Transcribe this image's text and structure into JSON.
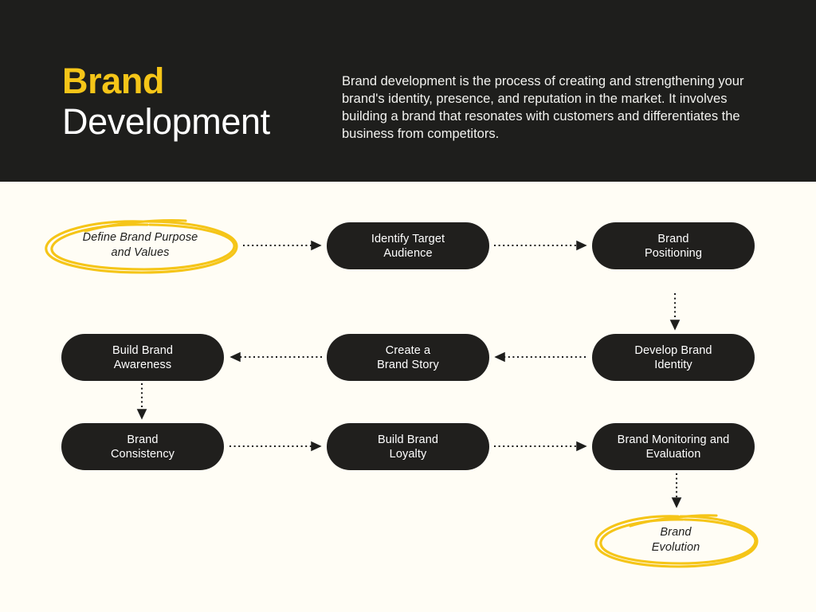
{
  "header": {
    "title_line1": "Brand",
    "title_line2": "Development",
    "intro": "Brand development is the process of creating and strengthening your brand's identity, presence, and reputation in the market. It involves building a brand that resonates with customers and differentiates the business from competitors.",
    "accent_color": "#F5C518",
    "background_color": "#1E1E1C",
    "text_color": "#FFFFFF"
  },
  "page": {
    "background_color": "#FFFDF5"
  },
  "flow": {
    "node_fill": "#201F1D",
    "node_text_color": "#FFFFFF",
    "highlight_color": "#F5C518",
    "connector_color": "#1E1E1C",
    "nodes": [
      {
        "id": "define-brand-purpose-and-values",
        "label": "Define Brand Purpose\nand Values",
        "style": "circled",
        "row": 1,
        "column": 1
      },
      {
        "id": "identify-target-audience",
        "label": "Identify Target\nAudience",
        "style": "pill",
        "row": 1,
        "column": 2
      },
      {
        "id": "brand-positioning",
        "label": "Brand\nPositioning",
        "style": "pill",
        "row": 1,
        "column": 3
      },
      {
        "id": "develop-brand-identity",
        "label": "Develop Brand\nIdentity",
        "style": "pill",
        "row": 2,
        "column": 3
      },
      {
        "id": "create-a-brand-story",
        "label": "Create a\nBrand Story",
        "style": "pill",
        "row": 2,
        "column": 2
      },
      {
        "id": "build-brand-awareness",
        "label": "Build Brand\nAwareness",
        "style": "pill",
        "row": 2,
        "column": 1
      },
      {
        "id": "brand-consistency",
        "label": "Brand\nConsistency",
        "style": "pill",
        "row": 3,
        "column": 1
      },
      {
        "id": "build-brand-loyalty",
        "label": "Build Brand\nLoyalty",
        "style": "pill",
        "row": 3,
        "column": 2
      },
      {
        "id": "brand-monitoring-and-evaluation",
        "label": "Brand Monitoring and\nEvaluation",
        "style": "pill",
        "row": 3,
        "column": 3
      },
      {
        "id": "brand-evolution",
        "label": "Brand\nEvolution",
        "style": "circled",
        "row": 4,
        "column": 3
      }
    ],
    "connectors": [
      {
        "from": "define-brand-purpose-and-values",
        "to": "identify-target-audience",
        "direction": "right"
      },
      {
        "from": "identify-target-audience",
        "to": "brand-positioning",
        "direction": "right"
      },
      {
        "from": "brand-positioning",
        "to": "develop-brand-identity",
        "direction": "down"
      },
      {
        "from": "develop-brand-identity",
        "to": "create-a-brand-story",
        "direction": "left"
      },
      {
        "from": "create-a-brand-story",
        "to": "build-brand-awareness",
        "direction": "left"
      },
      {
        "from": "build-brand-awareness",
        "to": "brand-consistency",
        "direction": "down"
      },
      {
        "from": "brand-consistency",
        "to": "build-brand-loyalty",
        "direction": "right"
      },
      {
        "from": "build-brand-loyalty",
        "to": "brand-monitoring-and-evaluation",
        "direction": "right"
      },
      {
        "from": "brand-monitoring-and-evaluation",
        "to": "brand-evolution",
        "direction": "down"
      }
    ]
  }
}
